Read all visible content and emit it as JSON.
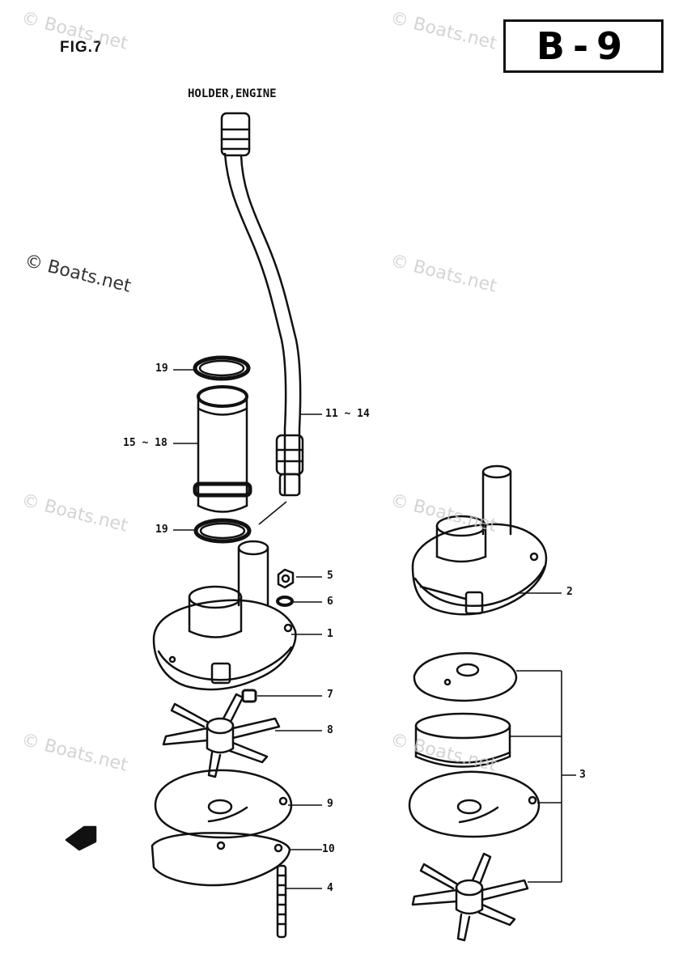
{
  "figure": {
    "label": "FIG.7",
    "section_code": "B-9"
  },
  "holder_label": "HOLDER,ENGINE",
  "watermark": "© Boats.net",
  "callouts": {
    "c19_top": "19",
    "c15_18": "15 ~ 18",
    "c11_14": "11 ~ 14",
    "c19_bottom": "19",
    "c5": "5",
    "c6": "6",
    "c1": "1",
    "c2": "2",
    "c7": "7",
    "c8": "8",
    "c9": "9",
    "c10": "10",
    "c4": "4",
    "c3": "3"
  },
  "colors": {
    "ink": "#111111",
    "paper": "#ffffff",
    "watermark": "#c9c9c9"
  }
}
